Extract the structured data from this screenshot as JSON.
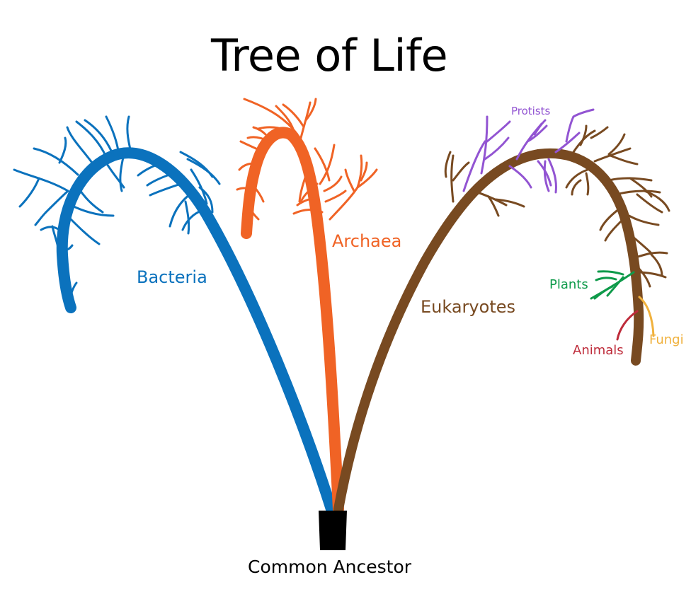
{
  "title": "Tree of Life",
  "root": {
    "label": "Common Ancestor",
    "color": "#000000"
  },
  "clades": {
    "bacteria": {
      "label": "Bacteria",
      "color": "#0b72bd"
    },
    "archaea": {
      "label": "Archaea",
      "color": "#f06325"
    },
    "eukaryotes": {
      "label": "Eukaryotes",
      "color": "#784a21"
    }
  },
  "subgroups": {
    "protists": {
      "label": "Protists",
      "color": "#9254d2"
    },
    "plants": {
      "label": "Plants",
      "color": "#0e9a4a"
    },
    "fungi": {
      "label": "Fungi",
      "color": "#f0b13d"
    },
    "animals": {
      "label": "Animals",
      "color": "#be2b3a"
    }
  },
  "structure": {
    "root": "Common Ancestor",
    "children": [
      {
        "name": "Bacteria"
      },
      {
        "name": "Archaea"
      },
      {
        "name": "Eukaryotes",
        "children": [
          {
            "name": "Protists"
          },
          {
            "name": "Plants"
          },
          {
            "name": "Fungi"
          },
          {
            "name": "Animals"
          }
        ]
      }
    ]
  }
}
